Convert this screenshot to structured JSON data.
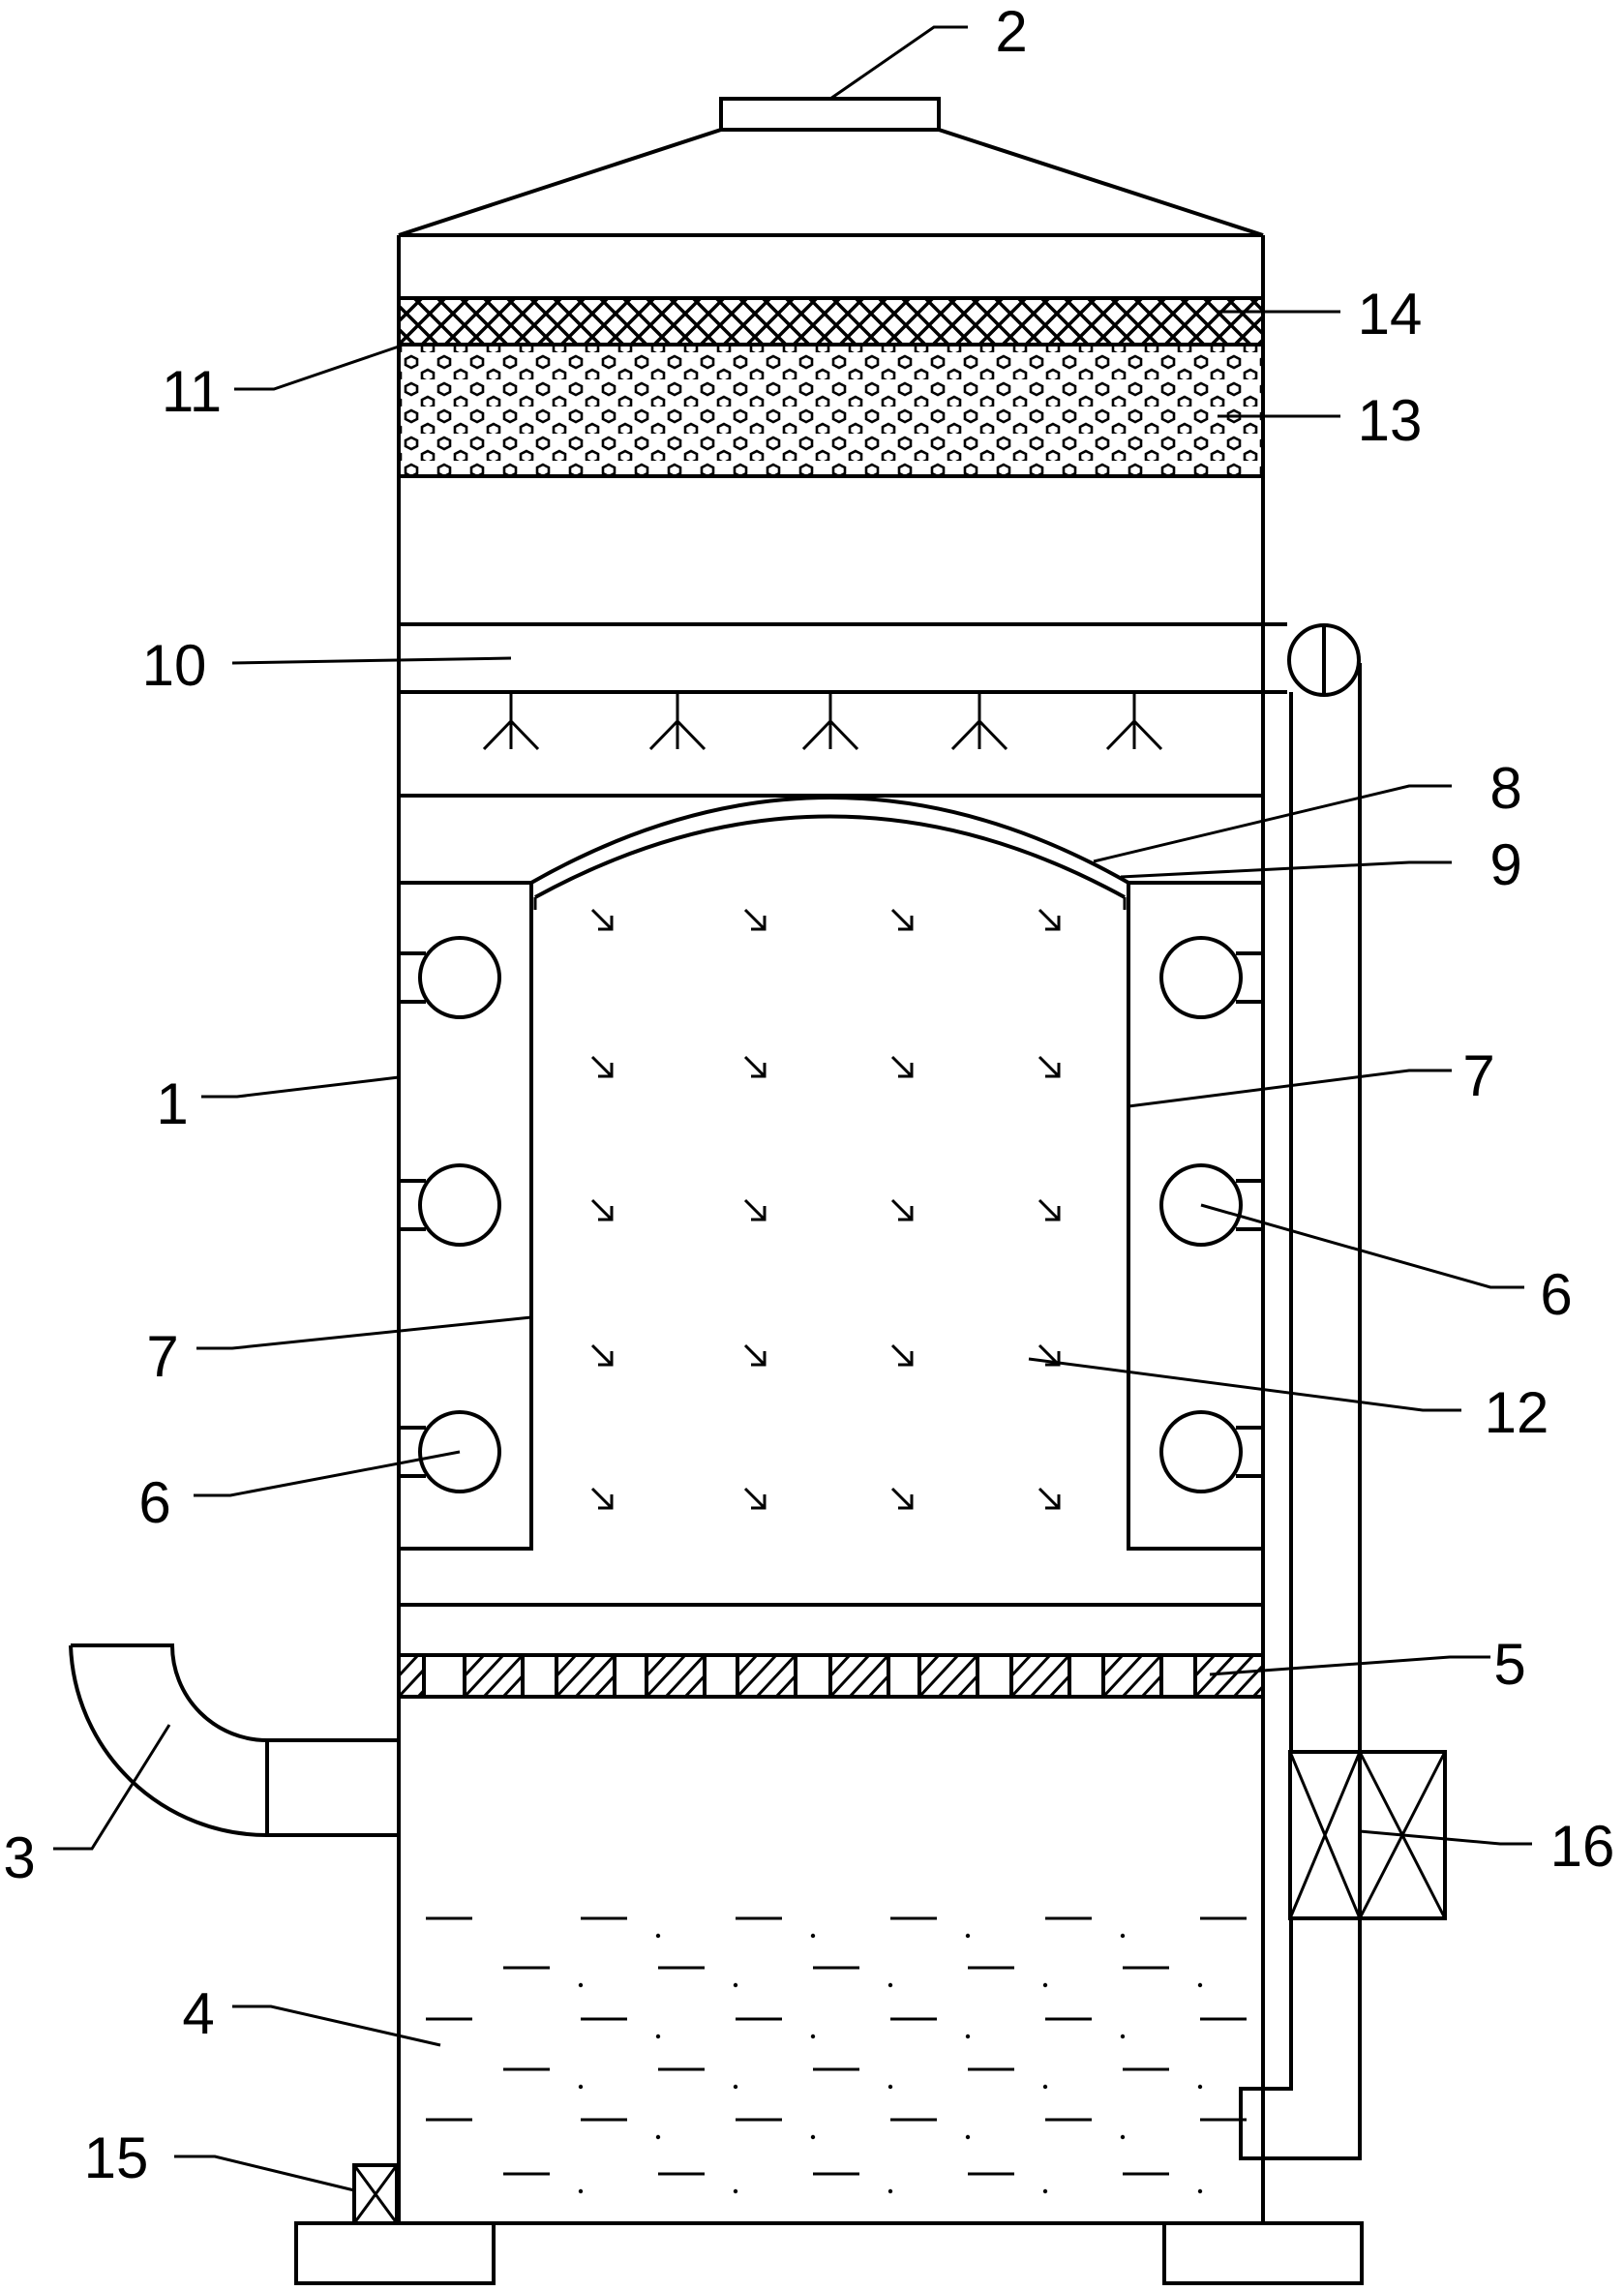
{
  "labels": {
    "l1": "1",
    "l2": "2",
    "l3": "3",
    "l4": "4",
    "l5": "5",
    "l6a": "6",
    "l6b": "6",
    "l7a": "7",
    "l7b": "7",
    "l8": "8",
    "l9": "9",
    "l10": "10",
    "l11": "11",
    "l12": "12",
    "l13": "13",
    "l14": "14",
    "l15": "15",
    "l16": "16"
  }
}
